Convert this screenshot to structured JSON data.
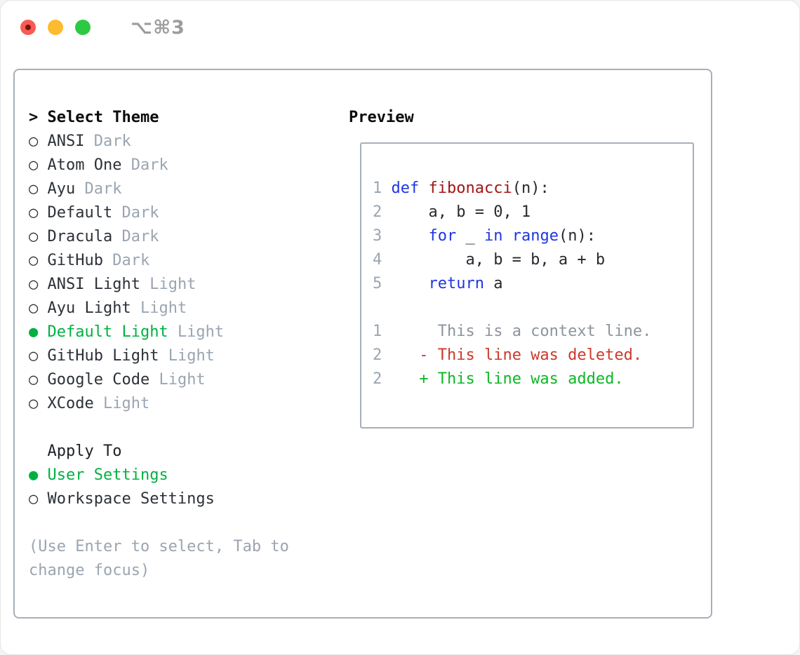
{
  "window": {
    "title": "⌥⌘3",
    "traffic_lights": [
      "close",
      "minimize",
      "zoom"
    ]
  },
  "ui": {
    "prompt": ">",
    "marker_selected": "●",
    "marker_unselected": "○"
  },
  "theme_select": {
    "heading": "Select Theme",
    "items": [
      {
        "name": "ANSI",
        "variant": "Dark",
        "selected": false
      },
      {
        "name": "Atom One",
        "variant": "Dark",
        "selected": false
      },
      {
        "name": "Ayu",
        "variant": "Dark",
        "selected": false
      },
      {
        "name": "Default",
        "variant": "Dark",
        "selected": false
      },
      {
        "name": "Dracula",
        "variant": "Dark",
        "selected": false
      },
      {
        "name": "GitHub",
        "variant": "Dark",
        "selected": false
      },
      {
        "name": "ANSI Light",
        "variant": "Light",
        "selected": false
      },
      {
        "name": "Ayu Light",
        "variant": "Light",
        "selected": false
      },
      {
        "name": "Default Light",
        "variant": "Light",
        "selected": true
      },
      {
        "name": "GitHub Light",
        "variant": "Light",
        "selected": false
      },
      {
        "name": "Google Code",
        "variant": "Light",
        "selected": false
      },
      {
        "name": "XCode",
        "variant": "Light",
        "selected": false
      }
    ]
  },
  "apply_to": {
    "heading": "Apply To",
    "options": [
      {
        "label": "User Settings",
        "selected": true
      },
      {
        "label": "Workspace Settings",
        "selected": false
      }
    ]
  },
  "hint": "(Use Enter to select, Tab to change focus)",
  "preview": {
    "heading": "Preview",
    "code_lines": [
      {
        "num": "1",
        "tokens": [
          {
            "t": "def",
            "c": "kw"
          },
          {
            "t": " "
          },
          {
            "t": "fibonacci",
            "c": "fn"
          },
          {
            "t": "(n):"
          }
        ]
      },
      {
        "num": "2",
        "tokens": [
          {
            "t": "    a, b = 0, 1"
          }
        ]
      },
      {
        "num": "3",
        "tokens": [
          {
            "t": "    "
          },
          {
            "t": "for",
            "c": "kw"
          },
          {
            "t": " _ "
          },
          {
            "t": "in",
            "c": "kw"
          },
          {
            "t": " "
          },
          {
            "t": "range",
            "c": "kw"
          },
          {
            "t": "(n):"
          }
        ]
      },
      {
        "num": "4",
        "tokens": [
          {
            "t": "        a, b = b, a + b"
          }
        ]
      },
      {
        "num": "5",
        "tokens": [
          {
            "t": "    "
          },
          {
            "t": "return",
            "c": "kw"
          },
          {
            "t": " a"
          }
        ]
      }
    ],
    "diff_lines": [
      {
        "num": "1",
        "marker": "",
        "text": "This is a context line.",
        "kind": "context"
      },
      {
        "num": "2",
        "marker": "-",
        "text": "This line was deleted.",
        "kind": "deleted"
      },
      {
        "num": "2",
        "marker": "+",
        "text": "This line was added.",
        "kind": "added"
      }
    ]
  },
  "colors": {
    "selection_green": "#00b141",
    "keyword_blue": "#1e36e3",
    "function_red": "#a11616",
    "diff_deleted_red": "#cb392b",
    "diff_added_green": "#0cb826",
    "muted_gray": "#9aa5b1",
    "panel_border": "#a7afb9",
    "traffic_red": "#f85b53",
    "traffic_yellow": "#fdbc2f",
    "traffic_green": "#2ec944"
  }
}
